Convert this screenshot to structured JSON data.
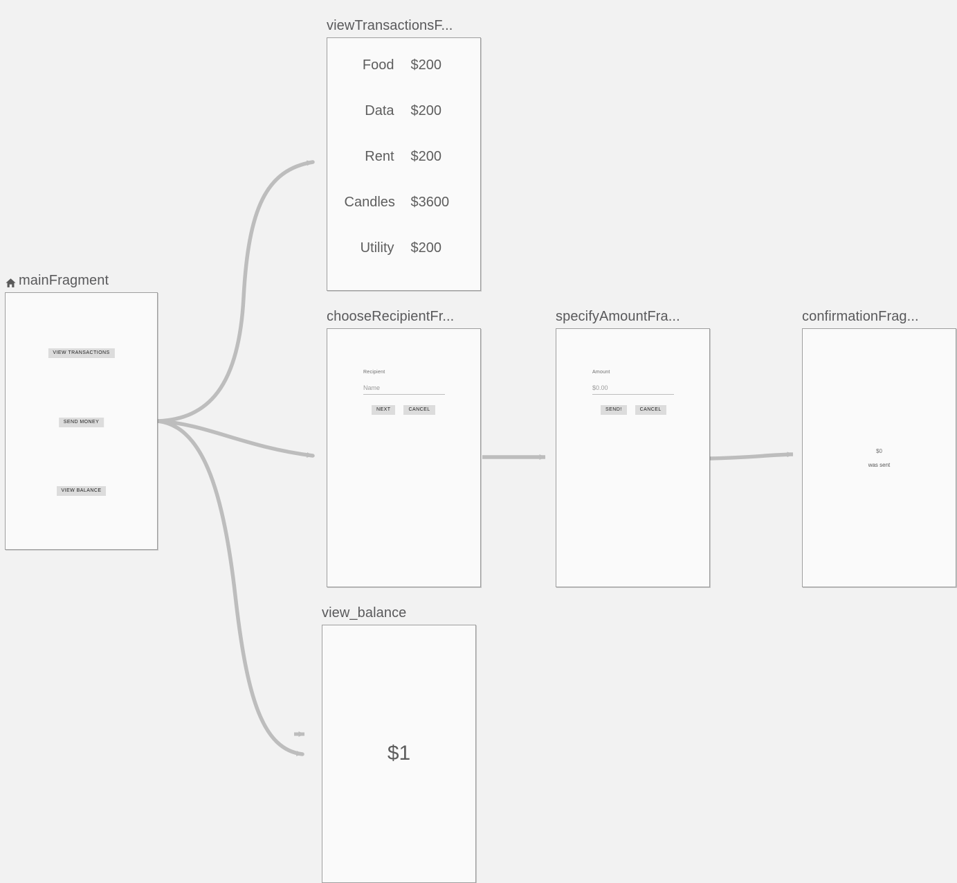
{
  "editor": {
    "background_color": "#f2f2f2",
    "edge_color": "#bdbdbd",
    "card_background": "#fafafa",
    "card_border_color": "#9e9e9e",
    "title_color": "#59595b",
    "button_color": "#dcdcdc"
  },
  "destinations": [
    {
      "id": "mainFragment",
      "title": "mainFragment",
      "is_start_destination": true,
      "start_icon": "home-icon",
      "buttons": [
        {
          "label": "VIEW TRANSACTIONS"
        },
        {
          "label": "SEND MONEY"
        },
        {
          "label": "VIEW BALANCE"
        }
      ]
    },
    {
      "id": "viewTransactionsFragment",
      "title": "viewTransactionsF...",
      "transactions": [
        {
          "category": "Food",
          "amount": "$200"
        },
        {
          "category": "Data",
          "amount": "$200"
        },
        {
          "category": "Rent",
          "amount": "$200"
        },
        {
          "category": "Candles",
          "amount": "$3600"
        },
        {
          "category": "Utility",
          "amount": "$200"
        }
      ]
    },
    {
      "id": "chooseRecipientFragment",
      "title": "chooseRecipientFr...",
      "form": {
        "field_label": "Recipient",
        "field_placeholder": "Name",
        "primary_button": "NEXT",
        "secondary_button": "CANCEL"
      }
    },
    {
      "id": "specifyAmountFragment",
      "title": "specifyAmountFra...",
      "form": {
        "field_label": "Amount",
        "field_placeholder": "$0.00",
        "primary_button": "SEND!",
        "secondary_button": "CANCEL"
      }
    },
    {
      "id": "confirmationFragment",
      "title": "confirmationFrag...",
      "confirmation": {
        "amount": "$0",
        "message": "was sent"
      }
    },
    {
      "id": "view_balance",
      "title": "view_balance",
      "balance": "$1"
    }
  ],
  "actions": [
    {
      "from": "mainFragment",
      "to": "viewTransactionsFragment"
    },
    {
      "from": "mainFragment",
      "to": "chooseRecipientFragment"
    },
    {
      "from": "mainFragment",
      "to": "view_balance"
    },
    {
      "from": "chooseRecipientFragment",
      "to": "specifyAmountFragment"
    },
    {
      "from": "specifyAmountFragment",
      "to": "confirmationFragment"
    }
  ]
}
